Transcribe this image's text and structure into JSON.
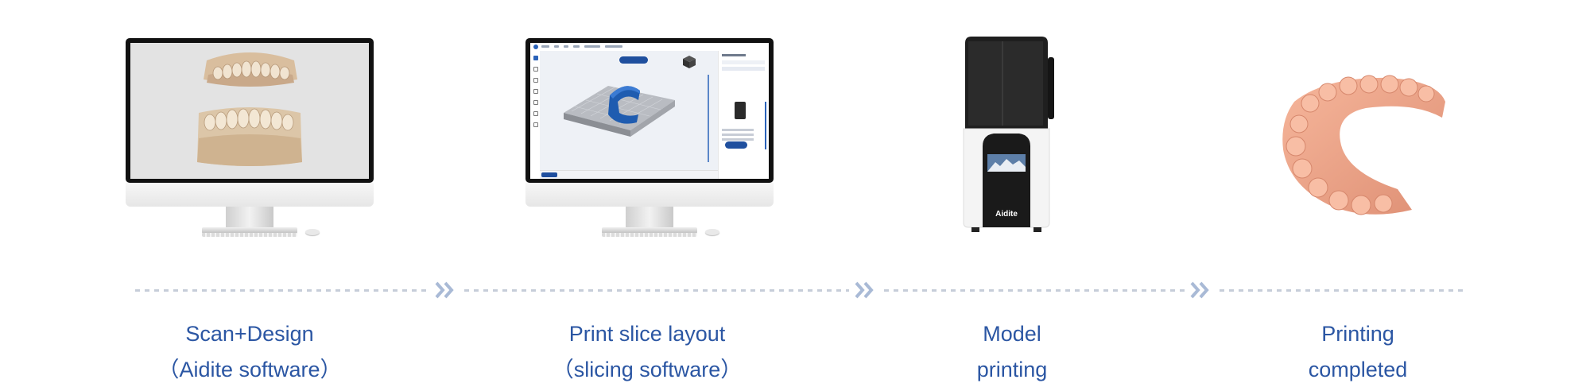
{
  "steps": [
    {
      "line1": "Scan+Design",
      "line2": "（Aidite software）",
      "image": "desktop-monitor-3d-dental-model"
    },
    {
      "line1": "Print slice layout",
      "line2": "（slicing software）",
      "image": "desktop-monitor-slicing-software"
    },
    {
      "line1": "Model",
      "line2": "printing",
      "image": "3d-printer",
      "printer_brand": "Aidite"
    },
    {
      "line1": "Printing",
      "line2": "completed",
      "image": "printed-dental-arch-model"
    }
  ],
  "timeline": {
    "arrow_icon": "double-chevron-right-icon"
  },
  "colors": {
    "label_text": "#2b56a3",
    "dash": "#c6cdd9",
    "arrow": "#a9bad6",
    "model_color": "#e8a58b",
    "printed_color": "#f0a78c",
    "slicer_part": "#1f5cb0"
  }
}
